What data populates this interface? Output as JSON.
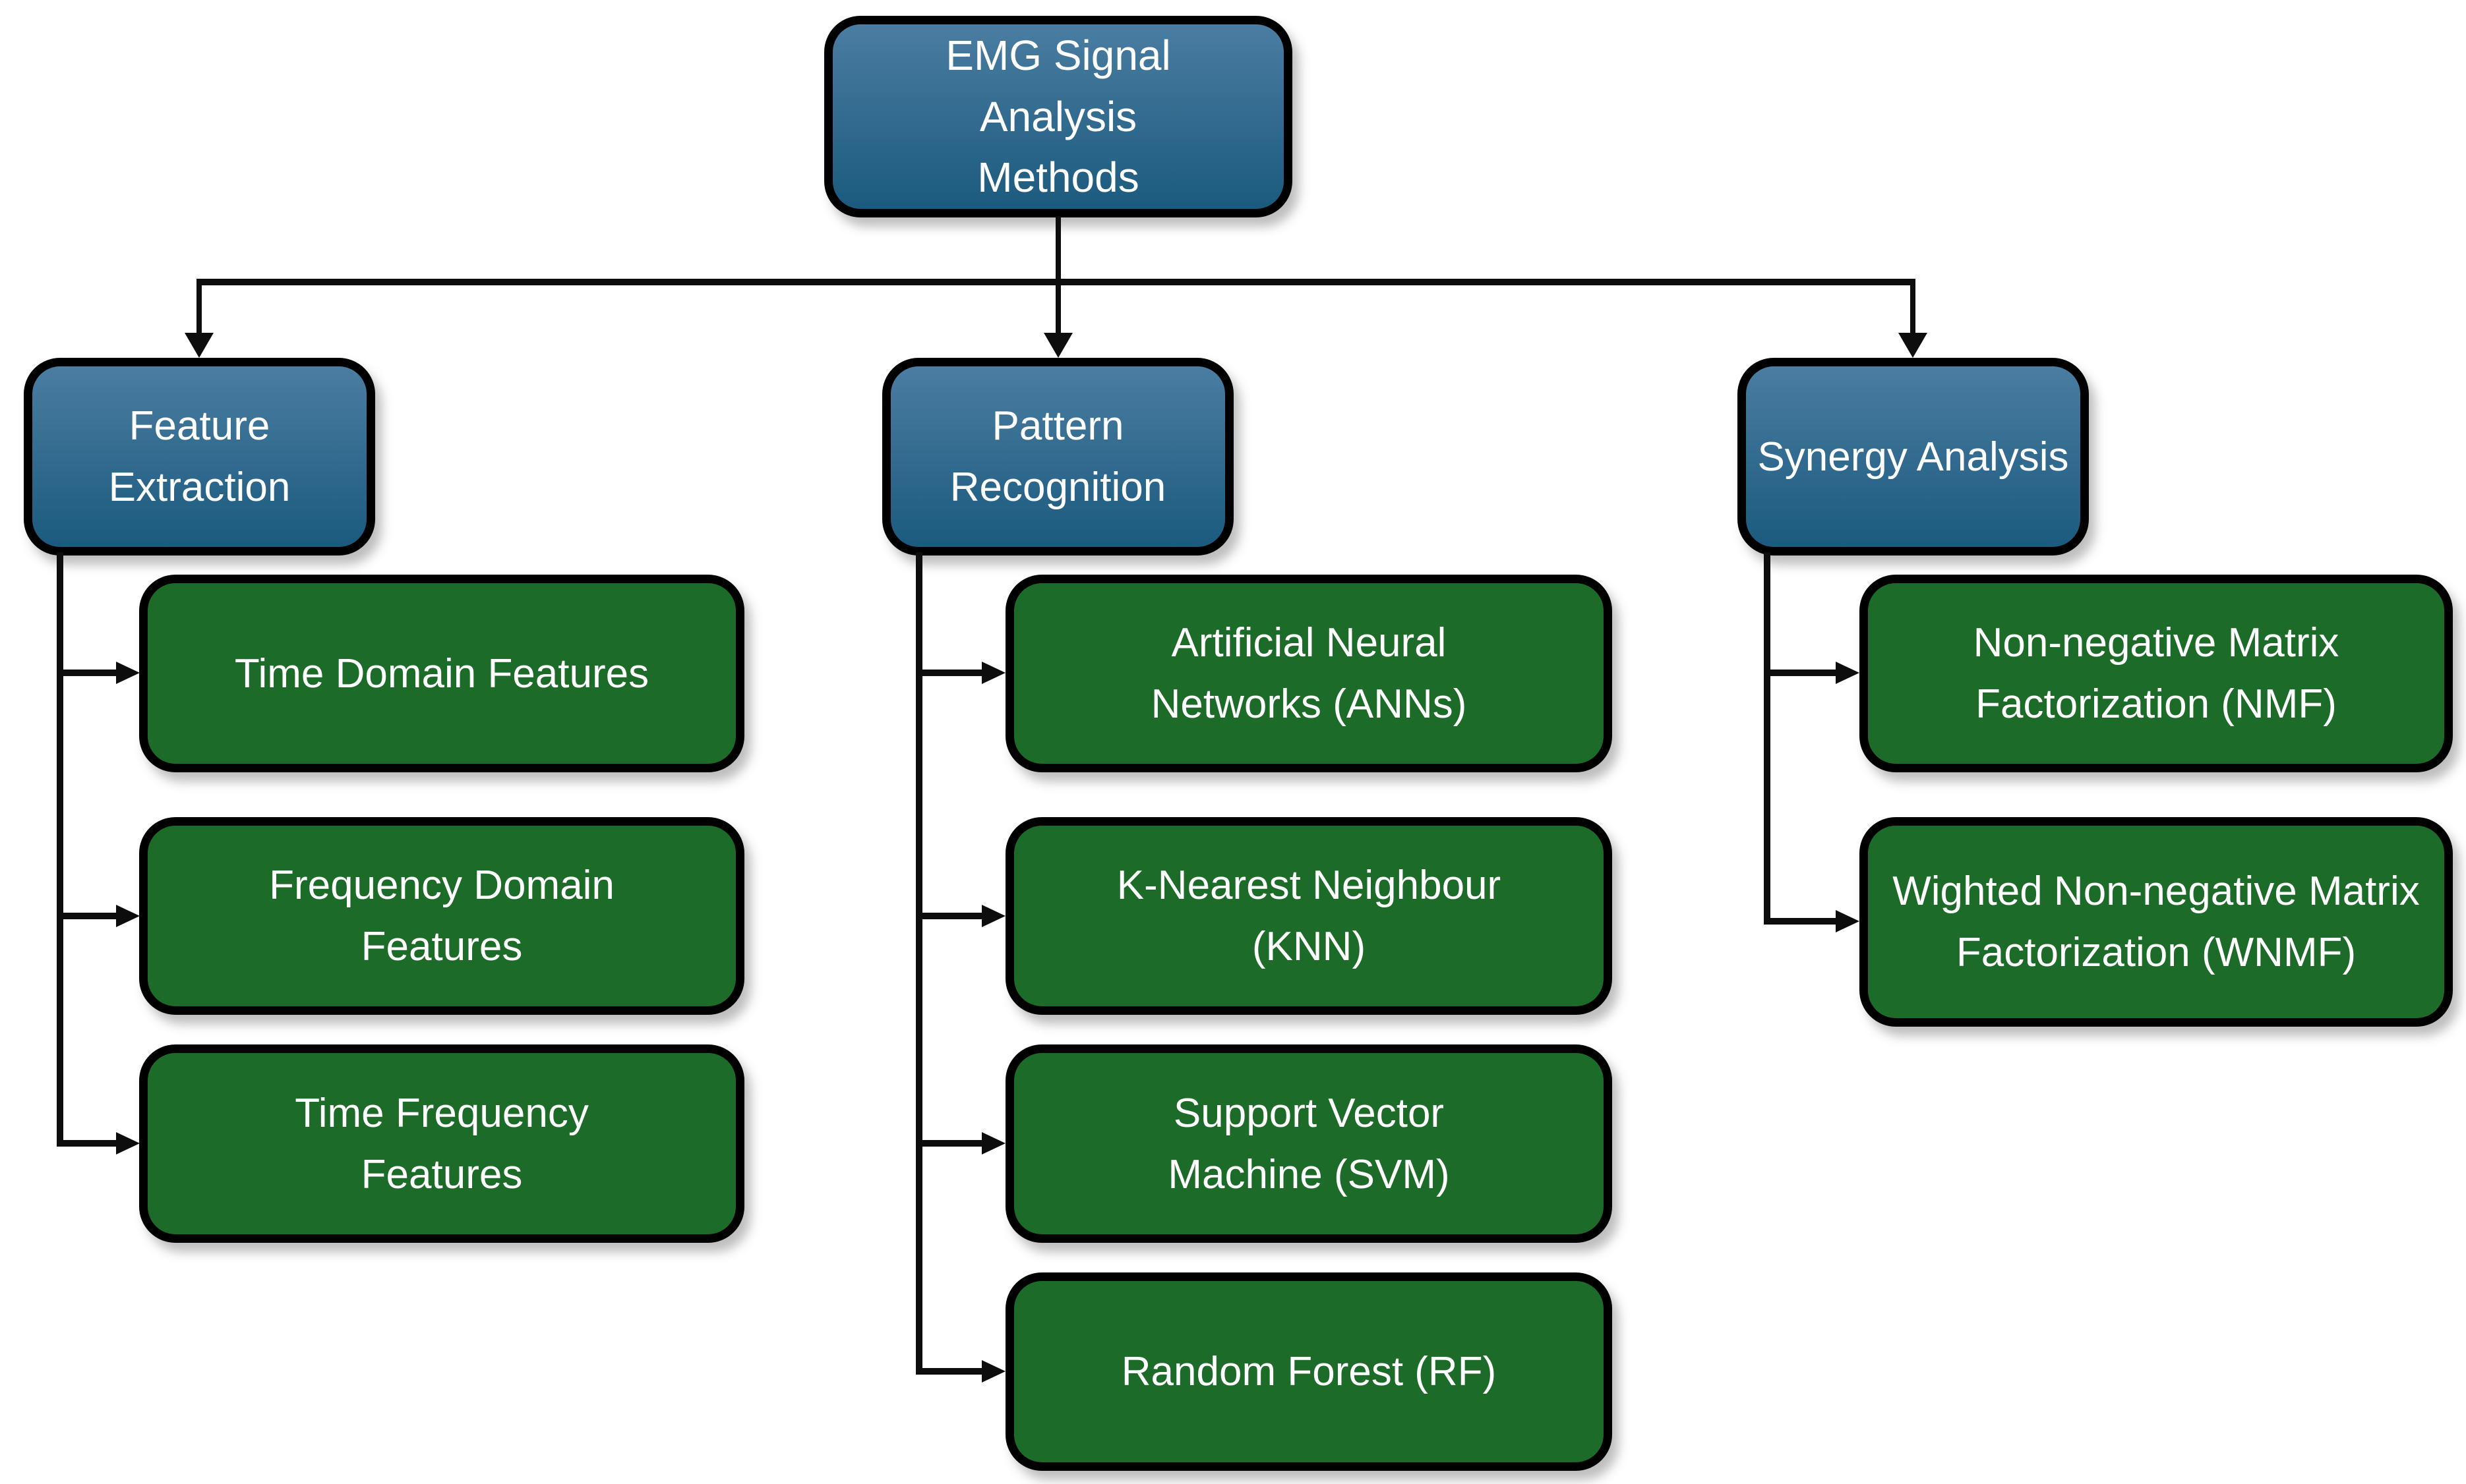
{
  "diagram": {
    "root": {
      "label": "EMG Signal Analysis Methods"
    },
    "columns": [
      {
        "parent": {
          "label": "Feature Extraction"
        },
        "children": [
          {
            "label": "Time Domain Features"
          },
          {
            "label": "Frequency Domain Features"
          },
          {
            "label": "Time Frequency Features"
          }
        ]
      },
      {
        "parent": {
          "label": "Pattern Recognition"
        },
        "children": [
          {
            "label": "Artificial Neural Networks (ANNs)"
          },
          {
            "label": "K-Nearest Neighbour (KNN)"
          },
          {
            "label": "Support Vector Machine (SVM)"
          },
          {
            "label": "Random Forest (RF)"
          }
        ]
      },
      {
        "parent": {
          "label": "Synergy Analysis"
        },
        "children": [
          {
            "label": "Non-negative Matrix Factorization (NMF)"
          },
          {
            "label": "Wighted Non-negative Matrix Factorization (WNMF)"
          }
        ]
      }
    ],
    "colors": {
      "background": "#ffffff",
      "parent_top": "#4a7da1",
      "parent_bottom": "#1b5a7e",
      "child_fill": "#1d6b28",
      "border": "#000000",
      "connector": "#0d0d0d",
      "text": "#ffffff"
    }
  }
}
